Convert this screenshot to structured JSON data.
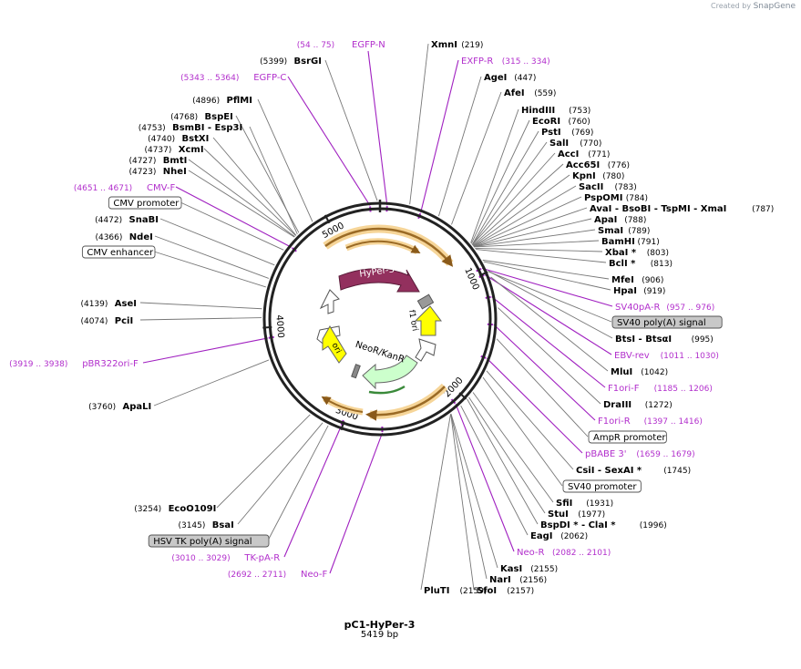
{
  "watermark": {
    "prefix": "Created by",
    "brand": "SnapGene"
  },
  "plasmid": {
    "name": "pC1-HyPer-3",
    "length_label": "5419 bp"
  },
  "ring_ticks": [
    {
      "label": "1000",
      "pos": 1000
    },
    {
      "label": "2000",
      "pos": 2000
    },
    {
      "label": "3000",
      "pos": 3000
    },
    {
      "label": "4000",
      "pos": 4000
    },
    {
      "label": "5000",
      "pos": 5000
    }
  ],
  "features": [
    {
      "name": "HyPer-3",
      "color": "#93305e"
    },
    {
      "name": "NeoR/KanR",
      "color": "#ccffcc"
    },
    {
      "name": "ori",
      "color": "#ffff00"
    },
    {
      "name": "f1 ori",
      "color": "#ffff00"
    }
  ],
  "labels": [
    {
      "name": "EGFP-N",
      "num": "(54 .. 75)",
      "kind": "primer",
      "pos": 54
    },
    {
      "name": "XmnI",
      "num": "(219)",
      "kind": "enzyme",
      "pos": 219
    },
    {
      "name": "BsrGI",
      "num": "(5399)",
      "kind": "enzyme",
      "pos": 5399
    },
    {
      "name": "EXFP-R",
      "num": "(315 .. 334)",
      "kind": "primer",
      "pos": 315
    },
    {
      "name": "EGFP-C",
      "num": "(5343 .. 5364)",
      "kind": "primer",
      "pos": 5343
    },
    {
      "name": "AgeI",
      "num": "(447)",
      "kind": "enzyme",
      "pos": 447
    },
    {
      "name": "AfeI",
      "num": "(559)",
      "kind": "enzyme",
      "pos": 559
    },
    {
      "name": "PflMI",
      "num": "(4896)",
      "kind": "enzyme",
      "pos": 4896
    },
    {
      "name": "HindIII",
      "num": "(753)",
      "kind": "enzyme",
      "pos": 753
    },
    {
      "name": "BspEI",
      "num": "(4768)",
      "kind": "enzyme",
      "pos": 4768
    },
    {
      "name": "EcoRI",
      "num": "(760)",
      "kind": "enzyme",
      "pos": 760
    },
    {
      "name": "BsmBI - Esp3I",
      "num": "(4753)",
      "kind": "enzyme",
      "pos": 4753
    },
    {
      "name": "PstI",
      "num": "(769)",
      "kind": "enzyme",
      "pos": 769
    },
    {
      "name": "BstXI",
      "num": "(4740)",
      "kind": "enzyme",
      "pos": 4740
    },
    {
      "name": "SalI",
      "num": "(770)",
      "kind": "enzyme",
      "pos": 770
    },
    {
      "name": "XcmI",
      "num": "(4737)",
      "kind": "enzyme",
      "pos": 4737
    },
    {
      "name": "AccI",
      "num": "(771)",
      "kind": "enzyme",
      "pos": 771
    },
    {
      "name": "BmtI",
      "num": "(4727)",
      "kind": "enzyme",
      "pos": 4727
    },
    {
      "name": "Acc65I",
      "num": "(776)",
      "kind": "enzyme",
      "pos": 776
    },
    {
      "name": "NheI",
      "num": "(4723)",
      "kind": "enzyme",
      "pos": 4723
    },
    {
      "name": "KpnI",
      "num": "(780)",
      "kind": "enzyme",
      "pos": 780
    },
    {
      "name": "SacII",
      "num": "(783)",
      "kind": "enzyme",
      "pos": 783
    },
    {
      "name": "CMV-F",
      "num": "(4651 .. 4671)",
      "kind": "primer",
      "pos": 4651
    },
    {
      "name": "PspOMI",
      "num": "(784)",
      "kind": "enzyme",
      "pos": 784
    },
    {
      "name": "CMV promoter",
      "num": "",
      "kind": "boxwhite",
      "pos": 4600
    },
    {
      "name": "AvaI - BsoBI - TspMI - XmaI",
      "num": "(787)",
      "kind": "enzyme",
      "pos": 787
    },
    {
      "name": "ApaI",
      "num": "(788)",
      "kind": "enzyme",
      "pos": 788
    },
    {
      "name": "SnaBI",
      "num": "(4472)",
      "kind": "enzyme",
      "pos": 4472
    },
    {
      "name": "SmaI",
      "num": "(789)",
      "kind": "enzyme",
      "pos": 789
    },
    {
      "name": "NdeI",
      "num": "(4366)",
      "kind": "enzyme",
      "pos": 4366
    },
    {
      "name": "BamHI",
      "num": "(791)",
      "kind": "enzyme",
      "pos": 791
    },
    {
      "name": "XbaI *",
      "num": "(803)",
      "kind": "enzyme",
      "pos": 803
    },
    {
      "name": "CMV enhancer",
      "num": "",
      "kind": "boxwhite",
      "pos": 4300
    },
    {
      "name": "BclI *",
      "num": "(813)",
      "kind": "enzyme",
      "pos": 813
    },
    {
      "name": "MfeI",
      "num": "(906)",
      "kind": "enzyme",
      "pos": 906
    },
    {
      "name": "HpaI",
      "num": "(919)",
      "kind": "enzyme",
      "pos": 919
    },
    {
      "name": "AseI",
      "num": "(4139)",
      "kind": "enzyme",
      "pos": 4139
    },
    {
      "name": "SV40pA-R",
      "num": "(957 .. 976)",
      "kind": "primer",
      "pos": 957
    },
    {
      "name": "PciI",
      "num": "(4074)",
      "kind": "enzyme",
      "pos": 4074
    },
    {
      "name": "SV40 poly(A) signal",
      "num": "",
      "kind": "boxgray",
      "pos": 1000
    },
    {
      "name": "BtsI - BtsαI",
      "num": "(995)",
      "kind": "enzyme",
      "pos": 995
    },
    {
      "name": "EBV-rev",
      "num": "(1011 .. 1030)",
      "kind": "primer",
      "pos": 1011
    },
    {
      "name": "pBR322ori-F",
      "num": "(3919 .. 3938)",
      "kind": "primer",
      "pos": 3919
    },
    {
      "name": "MluI",
      "num": "(1042)",
      "kind": "enzyme",
      "pos": 1042
    },
    {
      "name": "F1ori-F",
      "num": "(1185 .. 1206)",
      "kind": "primer",
      "pos": 1185
    },
    {
      "name": "DraIII",
      "num": "(1272)",
      "kind": "enzyme",
      "pos": 1272
    },
    {
      "name": "ApaLI",
      "num": "(3760)",
      "kind": "enzyme",
      "pos": 3760
    },
    {
      "name": "F1ori-R",
      "num": "(1397 .. 1416)",
      "kind": "primer",
      "pos": 1397
    },
    {
      "name": "AmpR promoter",
      "num": "",
      "kind": "boxwhite",
      "pos": 1500
    },
    {
      "name": "pBABE 3'",
      "num": "(1659 .. 1679)",
      "kind": "primer",
      "pos": 1659
    },
    {
      "name": "CsiI - SexAI *",
      "num": "(1745)",
      "kind": "enzyme",
      "pos": 1745
    },
    {
      "name": "SV40 promoter",
      "num": "",
      "kind": "boxwhite",
      "pos": 1800
    },
    {
      "name": "SfiI",
      "num": "(1931)",
      "kind": "enzyme",
      "pos": 1931
    },
    {
      "name": "EcoO109I",
      "num": "(3254)",
      "kind": "enzyme",
      "pos": 3254
    },
    {
      "name": "StuI",
      "num": "(1977)",
      "kind": "enzyme",
      "pos": 1977
    },
    {
      "name": "BsaI",
      "num": "(3145)",
      "kind": "enzyme",
      "pos": 3145
    },
    {
      "name": "BspDI * - ClaI *",
      "num": "(1996)",
      "kind": "enzyme",
      "pos": 1996
    },
    {
      "name": "HSV TK poly(A) signal",
      "num": "",
      "kind": "boxgray",
      "pos": 3100
    },
    {
      "name": "EagI",
      "num": "(2062)",
      "kind": "enzyme",
      "pos": 2062
    },
    {
      "name": "Neo-R",
      "num": "(2082 .. 2101)",
      "kind": "primer",
      "pos": 2082
    },
    {
      "name": "TK-pA-R",
      "num": "(3010 .. 3029)",
      "kind": "primer",
      "pos": 3010
    },
    {
      "name": "KasI",
      "num": "(2155)",
      "kind": "enzyme",
      "pos": 2155
    },
    {
      "name": "Neo-F",
      "num": "(2692 .. 2711)",
      "kind": "primer",
      "pos": 2692
    },
    {
      "name": "NarI",
      "num": "(2156)",
      "kind": "enzyme",
      "pos": 2156
    },
    {
      "name": "PluTI",
      "num": "(2159)",
      "kind": "enzyme",
      "pos": 2159
    },
    {
      "name": "SfoI",
      "num": "(2157)",
      "kind": "enzyme",
      "pos": 2157
    }
  ],
  "colors": {
    "enzyme": "#000000",
    "primer": "#b22fcc",
    "orange": "#f6a623",
    "box_gray": "#c8c8c8"
  }
}
